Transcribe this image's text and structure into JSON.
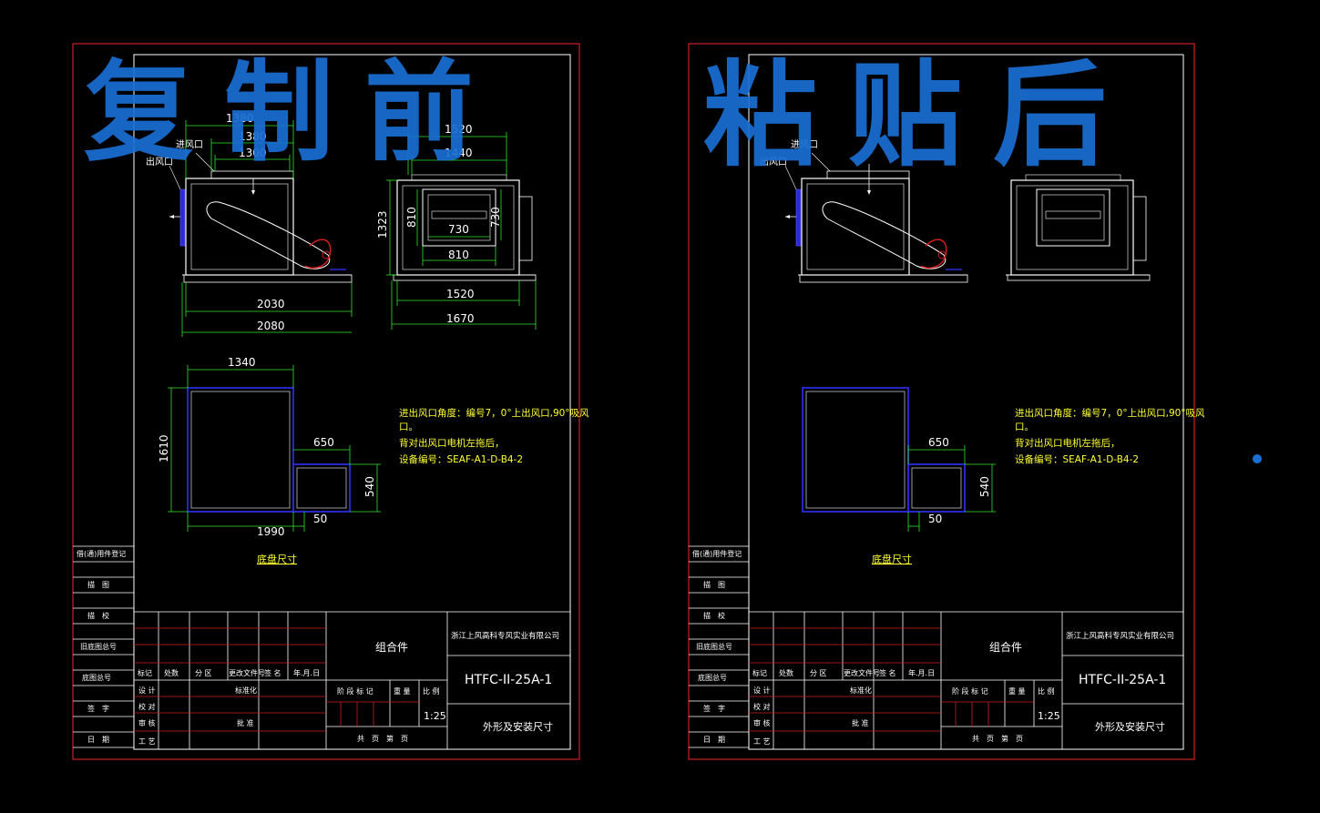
{
  "overlay": {
    "before_label": "复制前",
    "after_label": "粘贴后"
  },
  "sheets": [
    {
      "id": "left",
      "labels": {
        "inlet": "进风口",
        "outlet": "出风口",
        "base_title": "底盘尺寸"
      },
      "dims": {
        "front_top_outer": "1380",
        "front_top_mid": "1380",
        "front_top_inner": "1300",
        "front_bottom_inner": "2030",
        "front_bottom_outer": "2080",
        "side_top_outer": "1520",
        "side_top_inner": "1440",
        "side_height": "1323",
        "side_opening_h_left": "810",
        "side_opening_w": "730",
        "side_opening_h_right": "730",
        "side_opening_w_bottom": "810",
        "side_bottom_inner": "1520",
        "side_bottom_outer": "1670",
        "base_top": "1340",
        "base_left": "1610",
        "base_ext_w": "650",
        "base_ext_h": "540",
        "base_bottom": "1990",
        "base_gap": "50"
      },
      "notes": [
        "进出风口角度：编号7，0°上出风口,90°吸风",
        "口。",
        "背对出风口电机左拖后，",
        "设备编号：SEAF-A1-D-B4-2"
      ],
      "side_stamps": [
        "借(通)用件登记",
        "描　图",
        "描　校",
        "旧底图总号",
        "底图总号",
        "签　字",
        "日　期"
      ],
      "title_block": {
        "part_name": "组合件",
        "company": "浙江上风高科专风实业有限公司",
        "drawing_no": "HTFC-II-25A-1",
        "drawing_title": "外形及安装尺寸",
        "scale": "1:25",
        "rev_headers": [
          "标记",
          "处数",
          "分 区",
          "更改文件号",
          "签 名",
          "年.月.日"
        ],
        "roles": [
          "设 计",
          "校 对",
          "审 核",
          "工 艺"
        ],
        "std": "标准化",
        "approve": "批 准",
        "stage_headers": [
          "阶 段 标 记",
          "重 量",
          "比 例"
        ],
        "sheet_count": "共　页　第　页"
      }
    },
    {
      "id": "right",
      "labels": {
        "inlet": "进风口",
        "outlet": "出风口",
        "base_title": "底盘尺寸"
      },
      "dims": {
        "base_ext_w": "650",
        "base_ext_h": "540",
        "base_gap": "50"
      },
      "notes": [
        "进出风口角度：编号7，0°上出风口,90°吸风",
        "口。",
        "背对出风口电机左拖后，",
        "设备编号：SEAF-A1-D-B4-2"
      ],
      "side_stamps": [
        "借(通)用件登记",
        "描　图",
        "描　校",
        "旧底图总号",
        "底图总号",
        "签　字",
        "日　期"
      ],
      "title_block": {
        "part_name": "组合件",
        "company": "浙江上风高科专风实业有限公司",
        "drawing_no": "HTFC-II-25A-1",
        "drawing_title": "外形及安装尺寸",
        "scale": "1:25",
        "rev_headers": [
          "标记",
          "处数",
          "分 区",
          "更改文件号",
          "签 名",
          "年.月.日"
        ],
        "roles": [
          "设 计",
          "校 对",
          "审 核",
          "工 艺"
        ],
        "std": "标准化",
        "approve": "批 准",
        "stage_headers": [
          "阶 段 标 记",
          "重 量",
          "比 例"
        ],
        "sheet_count": "共　页　第　页"
      }
    }
  ],
  "colors": {
    "background": "#000000",
    "frame_red": "#d21e1e",
    "line_white": "#ffffff",
    "dim_green": "#2ee82e",
    "note_yellow": "#ffff33",
    "outlet_blue": "#2a2ad8",
    "overlay_blue": "#1a6fd4"
  }
}
